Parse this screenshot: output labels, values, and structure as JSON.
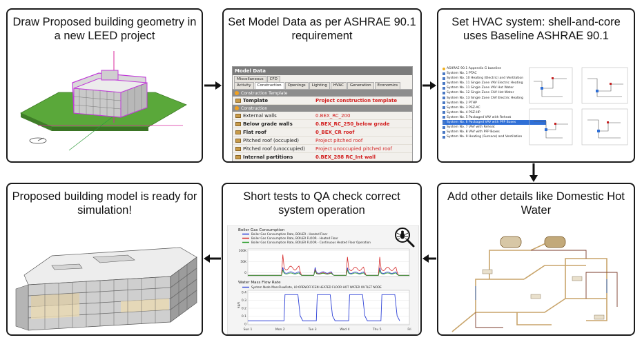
{
  "steps": [
    {
      "title": "Draw Proposed building geometry in a new LEED project"
    },
    {
      "title": "Set Model Data as per ASHRAE 90.1 requirement"
    },
    {
      "title": "Set HVAC system: shell-and-core uses Baseline ASHRAE 90.1"
    },
    {
      "title": "Add other details like Domestic Hot Water"
    },
    {
      "title": "Short tests to QA check correct system operation"
    },
    {
      "title": "Proposed building model is ready for simulation!"
    }
  ],
  "model_data": {
    "header": "Model Data",
    "tabs_row1": [
      "Miscellaneous",
      "CFD"
    ],
    "tabs_row2": [
      "Activity",
      "Construction",
      "Openings",
      "Lighting",
      "HVAC",
      "Generation",
      "Economics"
    ],
    "active_tab": "Construction",
    "section_template": "Construction Template",
    "template_label": "Template",
    "template_value": "Project construction template",
    "section_construction": "Construction",
    "rows": [
      {
        "label": "External walls",
        "value": "0.BEX_RC_200",
        "bold": false
      },
      {
        "label": "Below grade walls",
        "value": "0.BEX_RC_250_below grade",
        "bold": true
      },
      {
        "label": "Flat roof",
        "value": "0_BEX_CR roof",
        "bold": true
      },
      {
        "label": "Pitched roof (occupied)",
        "value": "Project pitched roof",
        "bold": false
      },
      {
        "label": "Pitched roof (unoccupied)",
        "value": "Project unoccupied pitched roof",
        "bold": false
      },
      {
        "label": "Internal partitions",
        "value": "0.BEX_288 RC_Int wall",
        "bold": true
      }
    ]
  },
  "hvac": {
    "root": "ASHRAE 90.1 Appendix G baseline",
    "items": [
      "System No. 1 PTAC",
      "System No. 10 Heating (Electric) and Ventilation",
      "System No. 11 Single Zone VAV Electric Heating",
      "System No. 11 Single Zone VAV Hot Water",
      "System No. 12 Single Zone CAV Hot Water",
      "System No. 13 Single Zone CAV Electric Heating",
      "System No. 2 PTHP",
      "System No. 3 PSZ-AC",
      "System No. 4 PSZ-HP",
      "System No. 5 Packaged VAV with Reheat",
      "System No. 6 Packaged VAV with PFP Boxes",
      "System No. 7 VAV with Reheat",
      "System No. 8 VAV with PFP Boxes",
      "System No. 9 Heating (Furnace) and Ventilation"
    ],
    "selected_index": 10
  },
  "qa_chart": {
    "panel1_title": "Boiler Gas Consumption",
    "panel1_legend": [
      {
        "label": "Boiler Gas Consumption Rate, BOILER - Heated Floor",
        "color": "#2b3fd6"
      },
      {
        "label": "Boiler Gas Consumption Rate, BOILER FLOOR - Heated Floor",
        "color": "#d62b2b"
      },
      {
        "label": "Boiler Gas Consumption Rate, BOILER FLOOR - Continuous Heated Floor Operation",
        "color": "#2a9d2a"
      }
    ],
    "panel1_yticks": [
      "100K",
      "50K",
      "0"
    ],
    "panel2_title": "Water Mass Flow Rate",
    "panel2_legend": [
      {
        "label": "System Node MassFlowRate, L0:OPENOFFICEN HEATED FLOOR HOT WATER OUTLET NODE",
        "color": "#2b3fd6"
      }
    ],
    "panel2_yticks": [
      "0.4",
      "0.3",
      "0.2",
      "0.1",
      "0"
    ],
    "panel2_ylabel": "kg/s",
    "x_labels": [
      "Sun 1",
      "Mon 2",
      "Tue 3",
      "Wed 4",
      "Thu 5",
      "Fri"
    ]
  },
  "chart_data": {
    "type": "line",
    "x": [
      "Sun 1",
      "Mon 2",
      "Tue 3",
      "Wed 4",
      "Thu 5",
      "Fri"
    ],
    "series": [
      {
        "name": "Boiler Gas Consumption Rate, BOILER - Heated Floor",
        "values": [
          5000,
          70000,
          40000,
          40000,
          38000,
          10000
        ]
      },
      {
        "name": "Boiler Gas Consumption Rate, BOILER FLOOR - Heated Floor",
        "values": [
          5000,
          110000,
          95000,
          30000,
          85000,
          10000
        ]
      },
      {
        "name": "Boiler Gas Consumption Rate, BOILER FLOOR - Continuous Heated Floor Operation",
        "values": [
          5000,
          30000,
          28000,
          25000,
          28000,
          8000
        ]
      },
      {
        "name": "System Node MassFlowRate, L0:OPENOFFICEN HEATED FLOOR HOT WATER OUTLET NODE",
        "values": [
          0.05,
          0.38,
          0.38,
          0.38,
          0.38,
          0.05
        ]
      }
    ]
  },
  "colors": {
    "border": "#1a1a1a",
    "arrow": "#111111",
    "accent_red": "#d21f1f",
    "selection_blue": "#2f6fd6",
    "building_green": "#5aa83a",
    "highlight_magenta": "#c03ad8"
  },
  "icons": {
    "qa": "magnifier-bug-icon"
  }
}
